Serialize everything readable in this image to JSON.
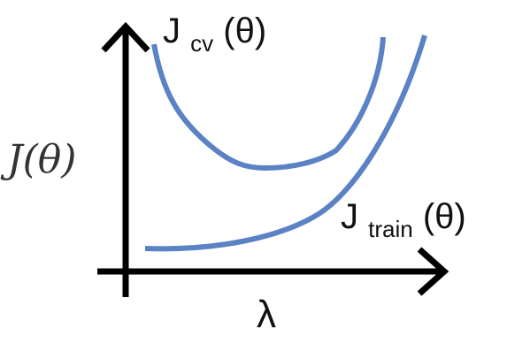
{
  "y_axis_label": "J(θ)",
  "x_axis_label": "λ",
  "curves": [
    {
      "id": "cv",
      "label_main": "J",
      "label_sub": "cv",
      "label_arg": "(θ)",
      "color": "#5b82c4"
    },
    {
      "id": "train",
      "label_main": "J",
      "label_sub": "train",
      "label_arg": "(θ)",
      "color": "#5b82c4"
    }
  ],
  "axis_color": "#000000"
}
